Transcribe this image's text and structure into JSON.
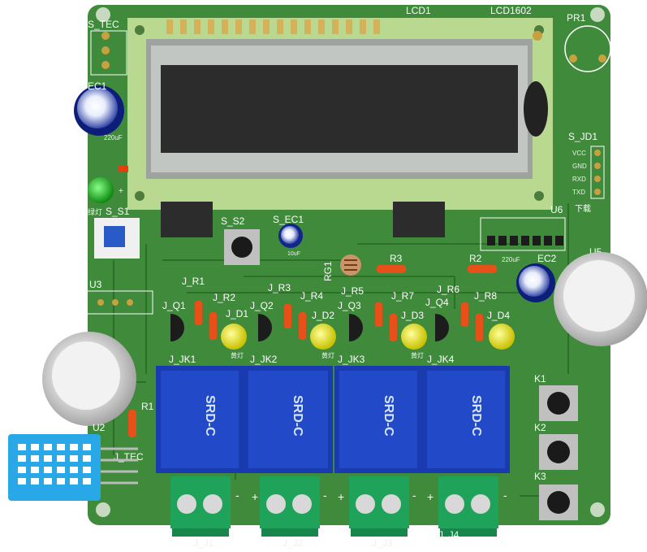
{
  "board": {
    "colors": {
      "pcb": "#3f8a3b",
      "pcb_dark": "#2f6f2c",
      "lcd_frame": "#b8d98f",
      "lcd_screen": "#2c2c2c",
      "relay": "#2149c8",
      "terminal": "#1fa25a",
      "led_yellow": "#e8e000",
      "led_green": "#22bb22",
      "silkscreen": "#ffffff"
    }
  },
  "labels": {
    "s_tec": "S_TEC",
    "ec1": "EC1",
    "ec1_value": "220uF",
    "lcd1": "LCD1",
    "lcd1602": "LCD1602",
    "pr1": "PR1",
    "s_jd1": "S_JD1",
    "jd_vcc": "VCC",
    "jd_gnd": "GND",
    "jd_rxd": "RXD",
    "jd_txd": "TXD",
    "jd_download": "下载",
    "u6": "U6",
    "s_s2": "S_S2",
    "s_ec1": "S_EC1",
    "s_ec1_value": "10uF",
    "rg1": "RG1",
    "r3": "R3",
    "r2": "R2",
    "ec2": "EC2",
    "ec2_value": "220uF",
    "u5": "U5",
    "u3": "U3",
    "s_s1": "S_S1",
    "led_green_label": "绿灯",
    "j_r1": "J_R1",
    "j_r2": "J_R2",
    "j_r3": "J_R3",
    "j_r4": "J_R4",
    "j_r5": "J_R5",
    "j_r6": "J_R6",
    "j_r7": "J_R7",
    "j_r8": "J_R8",
    "j_q1": "J_Q1",
    "j_q2": "J_Q2",
    "j_q3": "J_Q3",
    "j_q4": "J_Q4",
    "j_d1": "J_D1",
    "j_d2": "J_D2",
    "j_d3": "J_D3",
    "j_d4": "J_D4",
    "led_yellow_label": "黄灯",
    "j_jk1": "J_JK1",
    "j_jk2": "J_JK2",
    "j_jk3": "J_JK3",
    "j_jk4": "J_JK4",
    "relay_text": "SRD-C",
    "u2": "U2",
    "r1": "R1",
    "j_tec": "J_TEC",
    "k1": "K1",
    "k2": "K2",
    "k3": "K3",
    "j_j1": "J_J1",
    "j_j2": "J_J2",
    "j_j3": "J_J3",
    "j_j4": "J_J4",
    "minus": "-",
    "plus": "+"
  }
}
